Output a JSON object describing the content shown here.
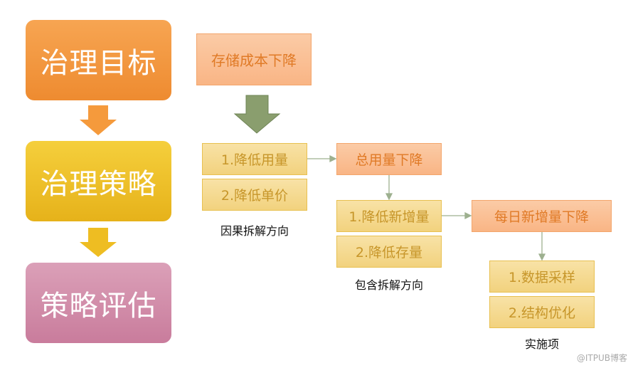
{
  "left": {
    "goal": "治理目标",
    "strategy": "治理策略",
    "evaluation": "策略评估"
  },
  "root": "存储成本下降",
  "causal": {
    "items": [
      "1.降低用量",
      "2.降低单价"
    ],
    "label": "因果拆解方向"
  },
  "total": "总用量下降",
  "contain": {
    "items": [
      "1.降低新增量",
      "2.降低存量"
    ],
    "label": "包含拆解方向"
  },
  "daily": "每日新增量下降",
  "actions": {
    "items": [
      "1.数据采样",
      "2.结构优化"
    ],
    "label": "实施项"
  },
  "watermark": "@ITPUB博客",
  "colors": {
    "orange": "#ee8b30",
    "yellow": "#e6b21a",
    "pink": "#c97c9c",
    "arrow_green": "#8a9e6e"
  }
}
